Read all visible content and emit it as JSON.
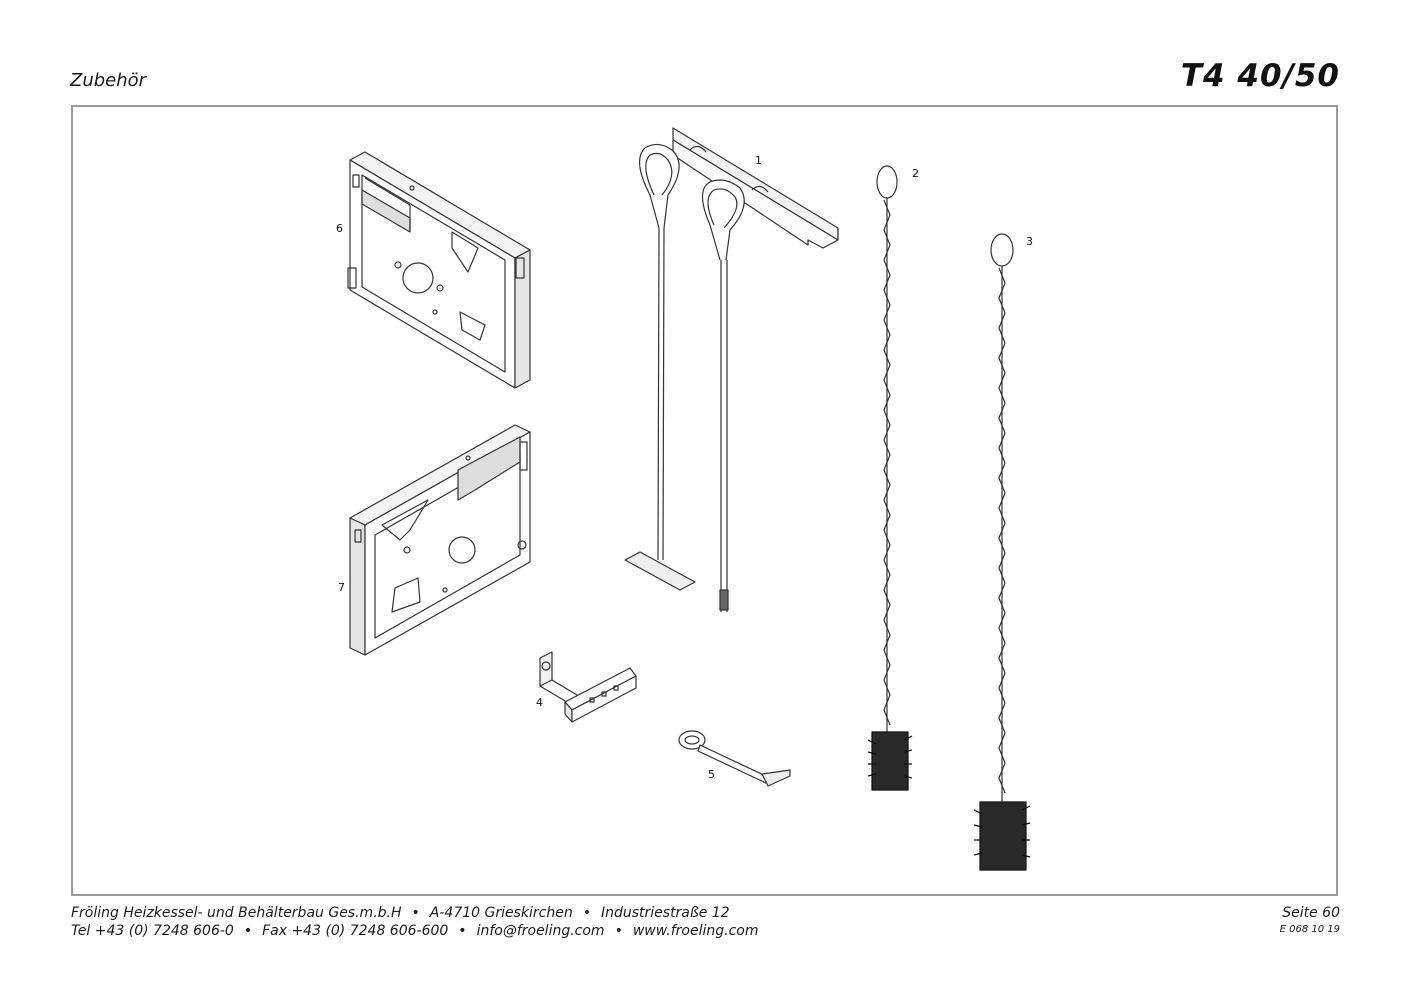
{
  "header": {
    "section": "Zubehör",
    "model": "T4 40/50"
  },
  "figure": {
    "callouts": [
      "1",
      "2",
      "3",
      "4",
      "5",
      "6",
      "7"
    ]
  },
  "footer": {
    "line1": [
      "Fröling Heizkessel- und Behälterbau Ges.m.b.H",
      "A-4710 Grieskirchen",
      "Industriestraße 12"
    ],
    "line2": [
      "Tel +43 (0) 7248 606-0",
      "Fax +43 (0) 7248 606-600",
      "info@froeling.com",
      "www.froeling.com"
    ],
    "separator": "•",
    "page": "Seite 60",
    "doc_code": "E 068 10 19"
  }
}
